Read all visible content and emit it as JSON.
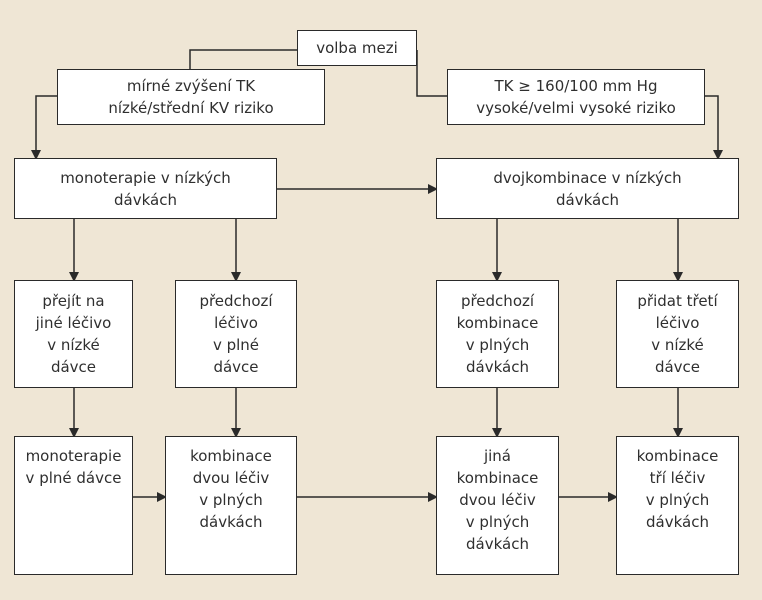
{
  "diagram": {
    "background": "#efe6d5",
    "line_color": "#2a2a2a",
    "nodes": {
      "root": "volba mezi",
      "left_choice": "mírné zvýšení TK\nnízké/střední KV riziko",
      "right_choice": "TK ≥ 160/100 mm Hg\nvysoké/velmi vysoké riziko",
      "mono_low": "monoterapie v nízkých\ndávkách",
      "dual_low": "dvojkombinace v nízkých\ndávkách",
      "switch_drug": "přejít na\njiné léčivo\nv nízké\ndávce",
      "prev_drug_full": "předchozí\nléčivo\nv plné\ndávce",
      "prev_combo_full": "předchozí\nkombinace\nv plných\ndávkách",
      "add_third": "přidat třetí\nléčivo\nv nízké\ndávce",
      "mono_full": "monoterapie\nv plné dávce",
      "combo_two": "kombinace\ndvou léčiv\nv plných\ndávkách",
      "other_combo": "jiná\nkombinace\ndvou léčiv\nv plných\ndávkách",
      "combo_three": "kombinace\ntří léčiv\nv plných\ndávkách"
    }
  }
}
